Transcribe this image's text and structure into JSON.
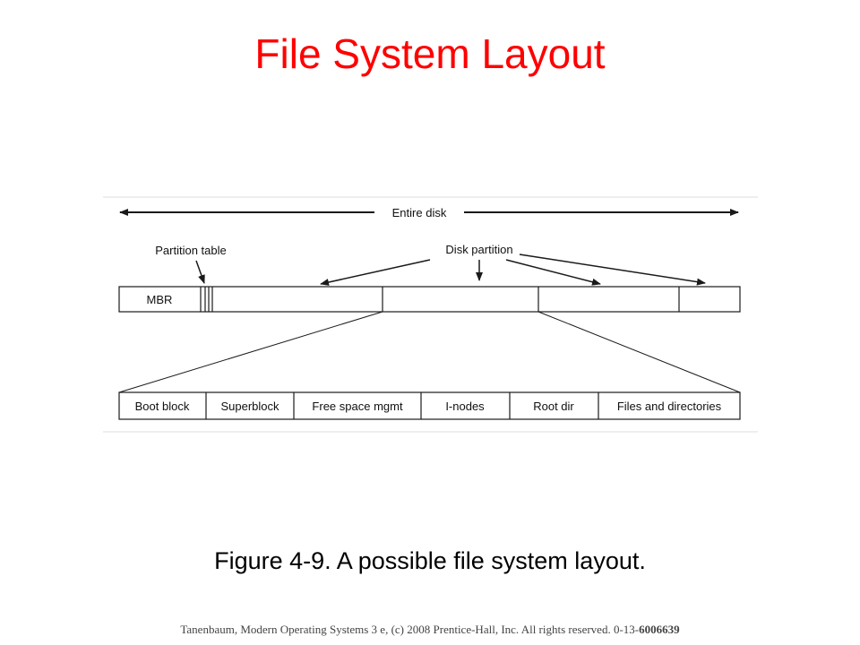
{
  "slide": {
    "title": "File System Layout",
    "caption": "Figure 4-9. A possible file system layout.",
    "footer_text": "Tanenbaum, Modern Operating Systems 3 e, (c) 2008 Prentice-Hall, Inc. All rights reserved. 0-13-",
    "footer_isbn_bold": "6006639"
  },
  "colors": {
    "title": "#ff0000",
    "diagram_lines": "#1a1a1a",
    "footer": "#444444"
  },
  "diagram": {
    "entire_disk_label": "Entire disk",
    "partition_table_label": "Partition table",
    "disk_partition_label": "Disk partition",
    "mbr_label": "MBR",
    "partition_count": 4,
    "partition_layout": [
      "Boot block",
      "Superblock",
      "Free space mgmt",
      "I-nodes",
      "Root dir",
      "Files and directories"
    ]
  }
}
